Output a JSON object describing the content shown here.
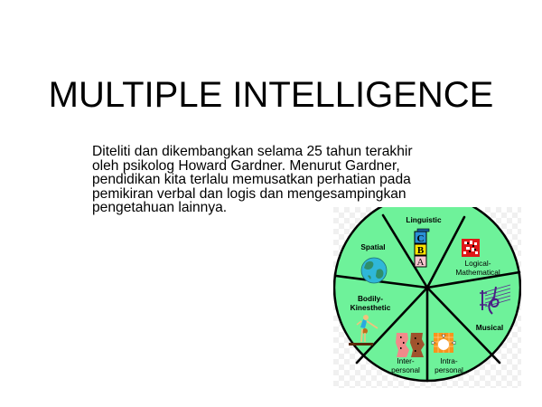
{
  "slide": {
    "title": "MULTIPLE INTELLIGENCE",
    "body_lines": [
      "Diteliti dan dikembangkan selama 25 tahun terakhir",
      "oleh psikolog Howard Gardner. Menurut Gardner,",
      "pendidikan kita terlalu memusatkan perhatian pada",
      "pemikiran verbal dan logis dan mengesampingkan",
      "pengetahuan lainnya."
    ]
  },
  "figure": {
    "wheel_color": "#6ef29a",
    "outline_color": "#000000",
    "segments": [
      {
        "label_line1": "Linguistic",
        "label_line2": "",
        "icon": "abc-blocks-icon"
      },
      {
        "label_line1": "Logical-",
        "label_line2": "Mathematical",
        "icon": "math-puzzle-icon"
      },
      {
        "label_line1": "Musical",
        "label_line2": "",
        "icon": "music-staff-icon"
      },
      {
        "label_line1": "Intra-",
        "label_line2": "personal",
        "icon": "self-focus-icon"
      },
      {
        "label_line1": "Inter-",
        "label_line2": "personal",
        "icon": "communication-icon"
      },
      {
        "label_line1": "Bodily-",
        "label_line2": "Kinesthetic",
        "icon": "gymnast-icon"
      },
      {
        "label_line1": "Spatial",
        "label_line2": "",
        "icon": "globe-icon"
      }
    ],
    "blocks": [
      "C",
      "B",
      "A"
    ]
  }
}
